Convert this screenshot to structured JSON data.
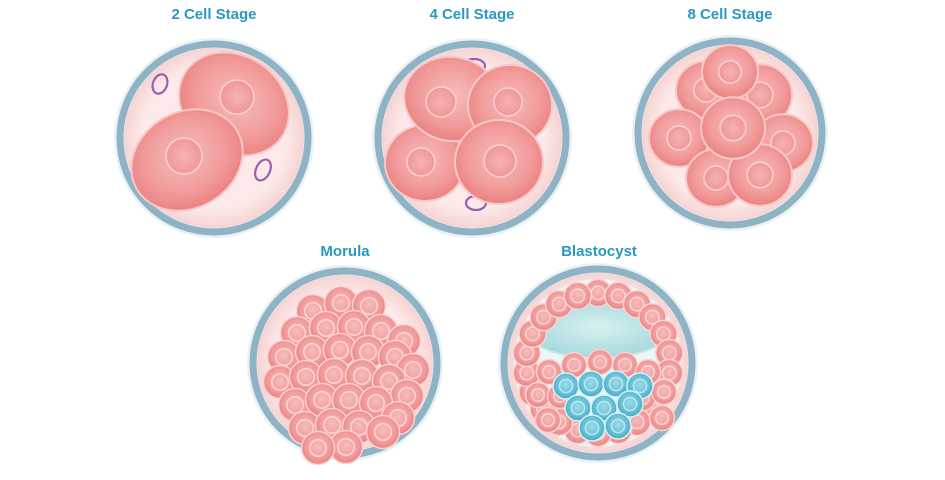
{
  "stages": [
    {
      "label": "2 Cell Stage"
    },
    {
      "label": "4 Cell Stage"
    },
    {
      "label": "8 Cell Stage"
    },
    {
      "label": "Morula"
    },
    {
      "label": "Blastocyst"
    }
  ],
  "colors": {
    "label": "#2a98c2",
    "ring": "#8fb3c4",
    "cell_fill": "#f08a8a",
    "cell_edge": "#e06c6c",
    "inner_cell_fill": "#4fb6cf",
    "cavity_fill": "#a8dde0",
    "polar_body": "#9a5fb0"
  }
}
